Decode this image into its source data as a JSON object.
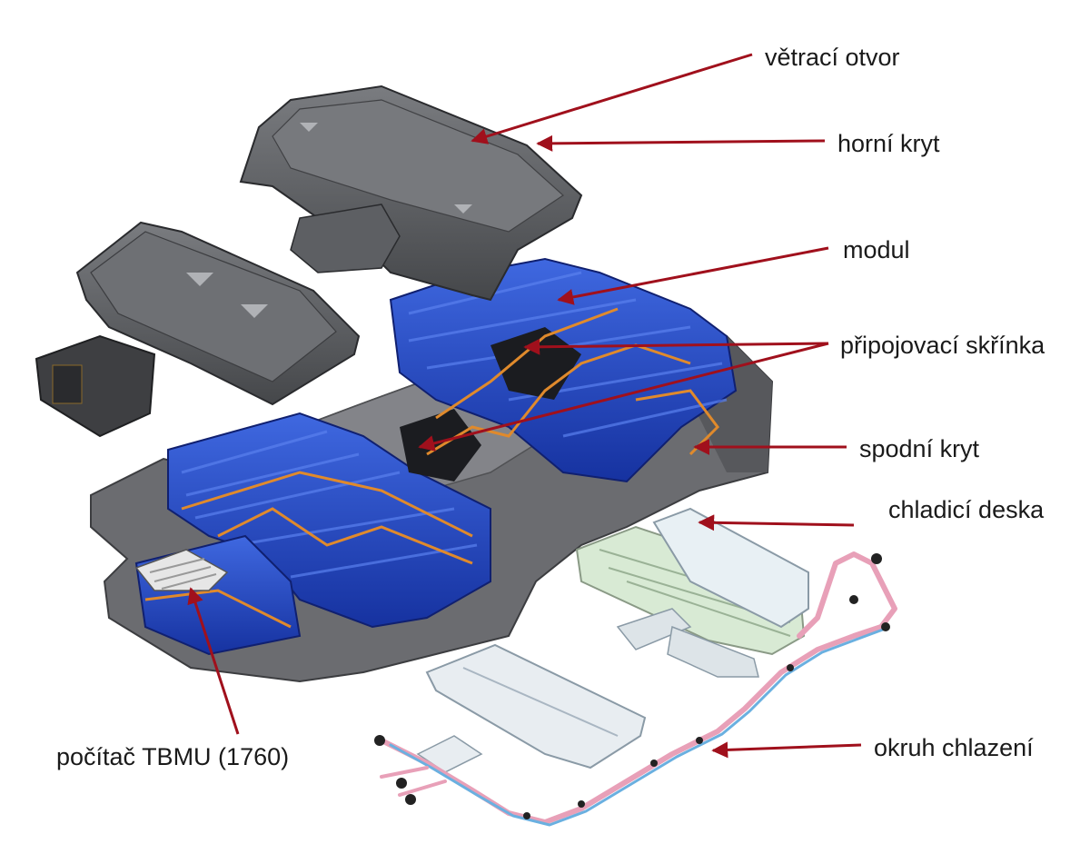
{
  "labels": {
    "vent": "větrací otvor",
    "top_cover": "horní kryt",
    "module": "modul",
    "junction_box": "připojovací skřínka",
    "bottom_cover": "spodní kryt",
    "cooling_plate": "chladicí deska",
    "cooling_circuit": "okruh chlazení",
    "tbmu": "počítač TBMU (1760)"
  },
  "colors": {
    "arrow": "#a0101c",
    "housing": "#5d5f63",
    "housing_dark": "#3a3b3e",
    "module": "#1e46c8",
    "module_light": "#3a63dc",
    "busbar": "#e08a2c",
    "tray": "#6e6f73",
    "cooling_plate": "#d6e8d2",
    "pipe_blue": "#6ab0e0",
    "pipe_pink": "#e8a0b8"
  }
}
